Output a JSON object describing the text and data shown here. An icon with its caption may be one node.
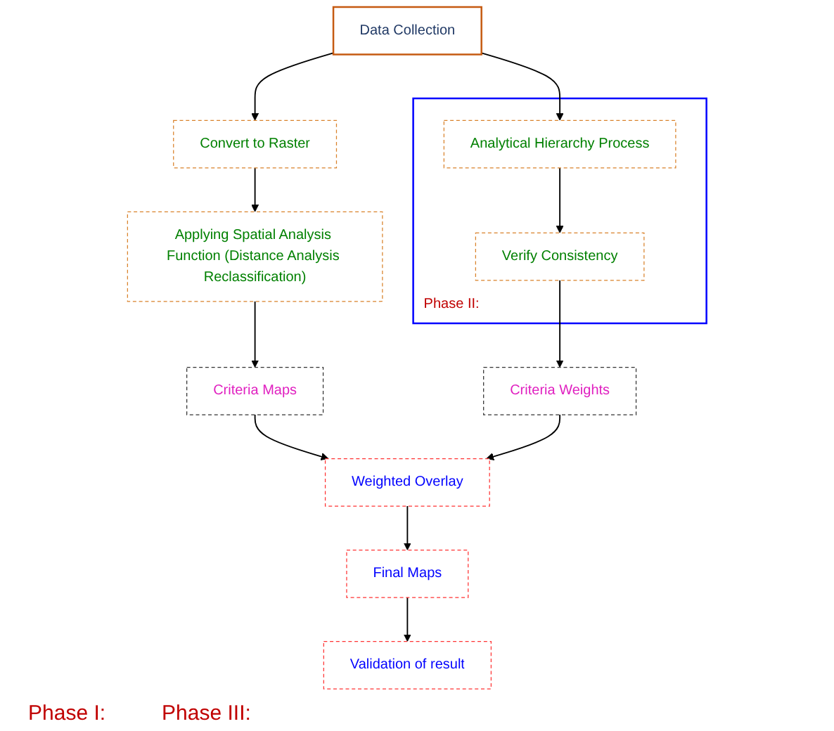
{
  "diagram": {
    "nodes": [
      {
        "text": [
          "Data Collection"
        ]
      },
      {
        "text": [
          "Convert to Raster"
        ]
      },
      {
        "text": [
          "Applying Spatial Analysis Function (Distance Analysis Reclassification)"
        ]
      },
      {
        "text": [
          "Phase II:"
        ]
      },
      {
        "text": [
          "Analytical Hierarchy Process"
        ],
        "in": 3
      },
      {
        "text": [
          "Verify Consistency"
        ],
        "in": 3
      },
      {
        "text": [
          "Criteria Maps"
        ]
      },
      {
        "text": [
          "Criteria Weights"
        ]
      },
      {
        "text": [
          "Weighted Overlay"
        ]
      },
      {
        "text": [
          "Final Maps"
        ]
      },
      {
        "text": [
          "Validation of result"
        ]
      }
    ],
    "edges": [
      {
        "from": 0,
        "to": 1,
        "arrow": "to"
      },
      {
        "from": 0,
        "to": 4,
        "arrow": "to"
      },
      {
        "from": 1,
        "to": 2,
        "arrow": "to"
      },
      {
        "from": 4,
        "to": 5,
        "arrow": "to"
      },
      {
        "from": 2,
        "to": 6,
        "arrow": "to"
      },
      {
        "from": 5,
        "to": 7,
        "arrow": "to"
      },
      {
        "from": 6,
        "to": 8,
        "arrow": "to"
      },
      {
        "from": 7,
        "to": 8,
        "arrow": "to"
      },
      {
        "from": 8,
        "to": 9,
        "arrow": "to"
      },
      {
        "from": 9,
        "to": 10,
        "arrow": "to"
      }
    ],
    "labels": [
      "Phase I:",
      "Phase III:"
    ]
  }
}
